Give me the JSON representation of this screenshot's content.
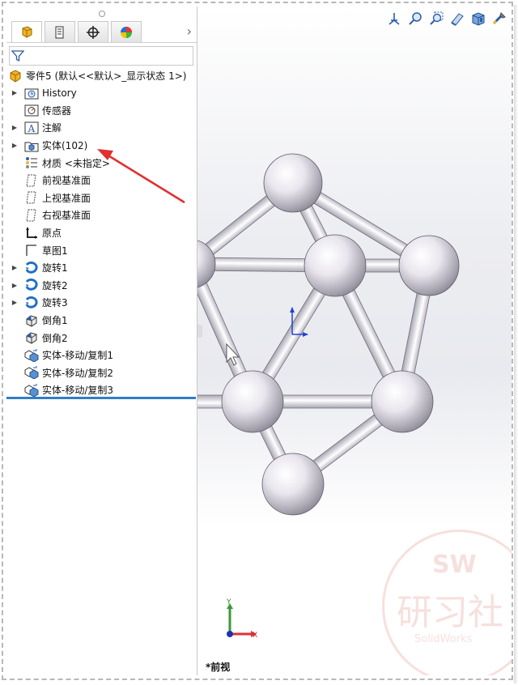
{
  "tree": {
    "root": "零件5 (默认<<默认>_显示状态 1>)",
    "items": [
      {
        "label": "History",
        "icon": "history-folder-icon",
        "expandable": true
      },
      {
        "label": "传感器",
        "icon": "sensor-icon",
        "expandable": false
      },
      {
        "label": "注解",
        "icon": "annotation-icon",
        "expandable": true
      },
      {
        "label": "实体(102)",
        "icon": "solid-bodies-icon",
        "expandable": true
      },
      {
        "label": "材质 <未指定>",
        "icon": "material-icon",
        "expandable": false
      },
      {
        "label": "前视基准面",
        "icon": "plane-icon",
        "expandable": false
      },
      {
        "label": "上视基准面",
        "icon": "plane-icon",
        "expandable": false
      },
      {
        "label": "右视基准面",
        "icon": "plane-icon",
        "expandable": false
      },
      {
        "label": "原点",
        "icon": "origin-icon",
        "expandable": false
      },
      {
        "label": "草图1",
        "icon": "sketch-icon",
        "expandable": false
      },
      {
        "label": "旋转1",
        "icon": "revolve-icon",
        "expandable": true
      },
      {
        "label": "旋转2",
        "icon": "revolve-icon",
        "expandable": true
      },
      {
        "label": "旋转3",
        "icon": "revolve-icon",
        "expandable": true
      },
      {
        "label": "倒角1",
        "icon": "chamfer-icon",
        "expandable": false
      },
      {
        "label": "倒角2",
        "icon": "chamfer-icon",
        "expandable": false
      },
      {
        "label": "实体-移动/复制1",
        "icon": "move-copy-icon",
        "expandable": false
      },
      {
        "label": "实体-移动/复制2",
        "icon": "move-copy-icon",
        "expandable": false
      },
      {
        "label": "实体-移动/复制3",
        "icon": "move-copy-icon",
        "expandable": false
      }
    ]
  },
  "viewport": {
    "view_name": "*前视",
    "axis_x": "X",
    "axis_y": "Y"
  },
  "watermark": {
    "brand": "SW",
    "name": "研习社",
    "sub": "SolidWorks"
  },
  "colors": {
    "accent": "#2f7fc5",
    "arrow": "#e03030"
  }
}
